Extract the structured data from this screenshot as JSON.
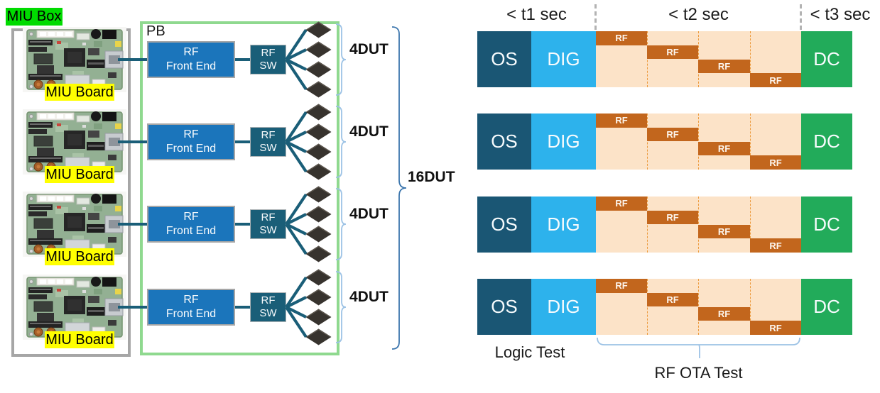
{
  "miu_setup": {
    "box_label": "MIU Box",
    "pb_label": "PB",
    "board_label": "MIU Board",
    "fe_line1": "RF",
    "fe_line2": "Front End",
    "sw_line1": "RF",
    "sw_line2": "SW",
    "group_dut": "4DUT",
    "total_dut": "16DUT",
    "board_count": 4,
    "duts_per_board": 4
  },
  "test_timeline": {
    "headers": [
      "< t1 sec",
      "< t2 sec",
      "< t3 sec"
    ],
    "row_count": 4,
    "os": "OS",
    "dig": "DIG",
    "rf": "RF",
    "dc": "DC",
    "rf_slots": 4,
    "logic_label": "Logic Test",
    "ota_label": "RF OTA Test"
  },
  "colors": {
    "os_block": "#1A5674",
    "dig_block": "#2DB2EC",
    "rf_block": "#C2661D",
    "rf_background": "#FCE3C8",
    "rf_slot_dash": "#EC9A3C",
    "dc_block": "#22AB5A",
    "header_dash": "#B3B3B3",
    "rf_front_end_box": "#1B75BB",
    "rf_sw_box": "#1A5E78",
    "connector_line": "#1A5E78",
    "miu_box_label_bg": "#00DB00",
    "miu_board_label_bg": "#FFFF00",
    "miu_box_border": "#A6A6A6",
    "pb_border": "#8FD98F",
    "dut_diamond": "#37332E",
    "small_brace": "#9CC2E5",
    "big_bracket": "#3C76AD"
  }
}
